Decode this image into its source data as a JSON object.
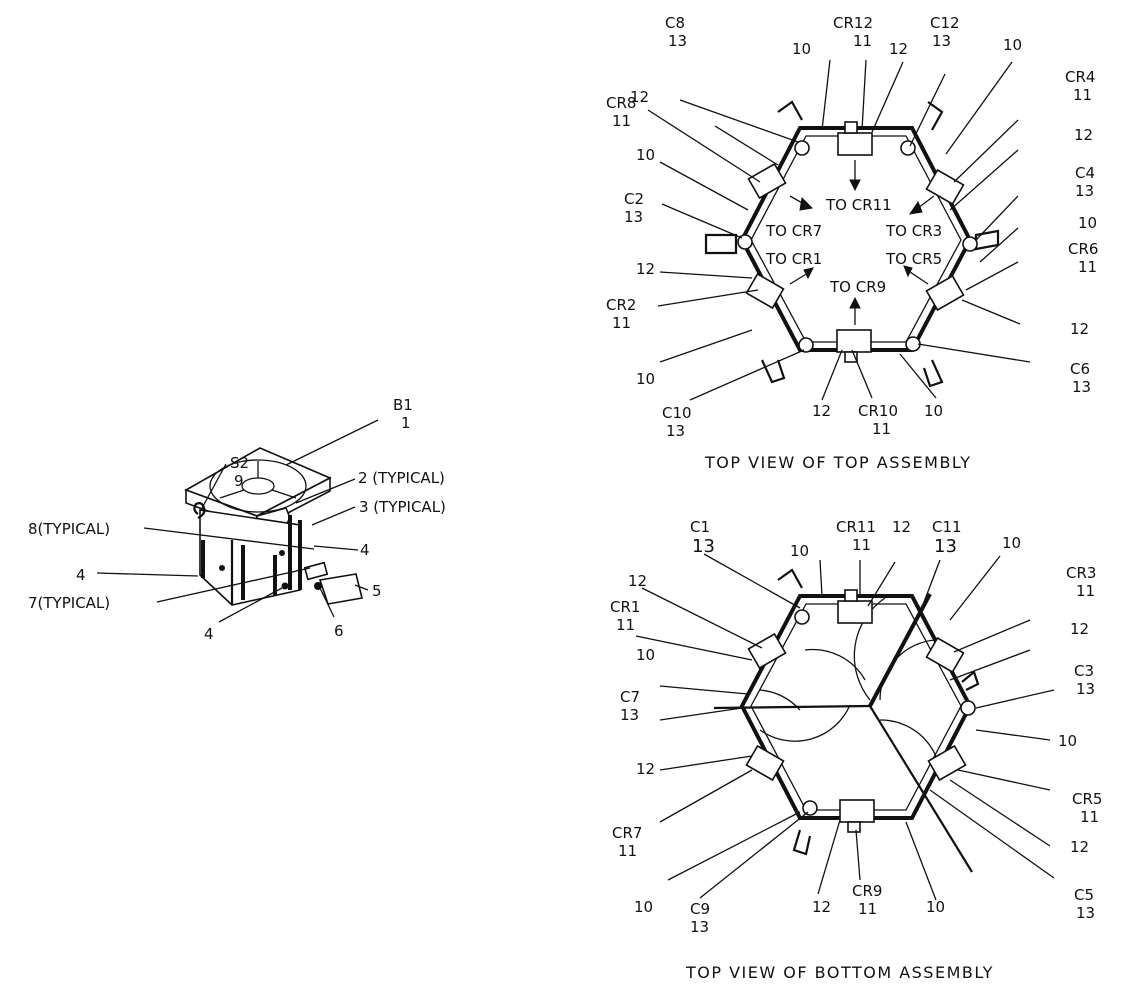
{
  "assembly": {
    "labels": {
      "b1_ref": "B1",
      "b1_item": "1",
      "s2_ref": "S2",
      "s2_item": "9",
      "item2": "2 (TYPICAL)",
      "item3": "3 (TYPICAL)",
      "item8": "8(TYPICAL)",
      "item4_right": "4",
      "item4_left": "4",
      "item5": "5",
      "item7": "7(TYPICAL)",
      "item4_bottom": "4",
      "item6": "6"
    }
  },
  "top_view": {
    "caption": "TOP VIEW OF TOP ASSEMBLY",
    "labels": {
      "c8_ref": "C8",
      "c8_item": "13",
      "n10_a": "10",
      "cr12_ref": "CR12",
      "cr12_item": "11",
      "n12_a": "12",
      "c12_ref": "C12",
      "c12_item": "13",
      "n10_b": "10",
      "n12_b": "12",
      "cr4_ref": "CR4",
      "cr4_item": "11",
      "cr8_ref": "CR8",
      "cr8_item": "11",
      "n12_c": "12",
      "c4_ref": "C4",
      "c4_item": "13",
      "n10_c": "10",
      "c2_ref": "C2",
      "c2_item": "13",
      "n10_d": "10",
      "cr6_ref": "CR6",
      "cr6_item": "11",
      "n12_d": "12",
      "cr2_ref": "CR2",
      "cr2_item": "11",
      "n12_e": "12",
      "n10_e": "10",
      "c6_ref": "C6",
      "c6_item": "13",
      "c10_ref": "C10",
      "c10_item": "13",
      "n12_f": "12",
      "cr10_ref": "CR10",
      "cr10_item": "11",
      "n10_f": "10",
      "to_cr11": "TO CR11",
      "to_cr7": "TO CR7",
      "to_cr3": "TO CR3",
      "to_cr1": "TO CR1",
      "to_cr5": "TO CR5",
      "to_cr9": "TO CR9"
    }
  },
  "bottom_view": {
    "caption": "TOP VIEW OF BOTTOM ASSEMBLY",
    "labels": {
      "c1_ref": "C1",
      "c1_item": "13",
      "n10_a": "10",
      "cr11_ref": "CR11",
      "cr11_item": "11",
      "n12_a": "12",
      "c11_ref": "C11",
      "c11_item": "13",
      "n10_b": "10",
      "n12_b": "12",
      "cr3_ref": "CR3",
      "cr3_item": "11",
      "cr1_ref": "CR1",
      "cr1_item": "11",
      "n12_c": "12",
      "n10_c": "10",
      "c3_ref": "C3",
      "c3_item": "13",
      "c7_ref": "C7",
      "c7_item": "13",
      "n10_d": "10",
      "n12_d": "12",
      "cr5_ref": "CR5",
      "cr5_item": "11",
      "cr7_ref": "CR7",
      "cr7_item": "11",
      "n12_e": "12",
      "n10_e": "10",
      "c9_ref": "C9",
      "c9_item": "13",
      "n12_f": "12",
      "cr9_ref": "CR9",
      "cr9_item": "11",
      "n10_f": "10",
      "c5_ref": "C5",
      "c5_item": "13"
    }
  }
}
